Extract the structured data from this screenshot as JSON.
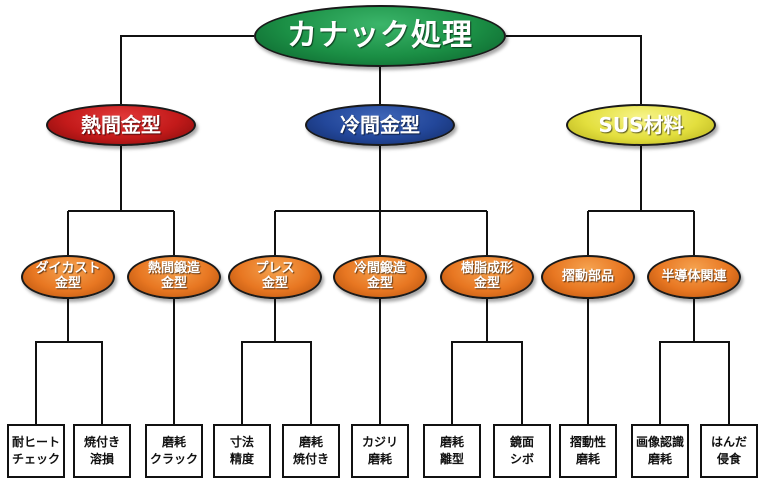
{
  "root": {
    "label": "カナック処理"
  },
  "categories": [
    {
      "label": "熱間金型",
      "color": "#c31a1a"
    },
    {
      "label": "冷間金型",
      "color": "#23479a"
    },
    {
      "label": "SUS材料",
      "color": "#e3df3e"
    }
  ],
  "subcategories": [
    {
      "line1": "ダイカスト",
      "line2": "金型"
    },
    {
      "line1": "熱間鍛造",
      "line2": "金型"
    },
    {
      "line1": "プレス",
      "line2": "金型"
    },
    {
      "line1": "冷間鍛造",
      "line2": "金型"
    },
    {
      "line1": "樹脂成形",
      "line2": "金型"
    },
    {
      "line1": "摺動部品",
      "line2": ""
    },
    {
      "line1": "半導体関連",
      "line2": ""
    }
  ],
  "leaves": [
    {
      "line1": "耐ヒート",
      "line2": "チェック"
    },
    {
      "line1": "焼付き",
      "line2": "溶損"
    },
    {
      "line1": "磨耗",
      "line2": "クラック"
    },
    {
      "line1": "寸法",
      "line2": "精度"
    },
    {
      "line1": "磨耗",
      "line2": "焼付き"
    },
    {
      "line1": "カジリ",
      "line2": "磨耗"
    },
    {
      "line1": "磨耗",
      "line2": "離型"
    },
    {
      "line1": "鏡面",
      "line2": "シボ"
    },
    {
      "line1": "摺動性",
      "line2": "磨耗"
    },
    {
      "line1": "画像認識",
      "line2": "磨耗"
    },
    {
      "line1": "はんだ",
      "line2": "侵食"
    }
  ],
  "colors": {
    "root": "#1b8f45",
    "subcategory": "#e87722",
    "connector": "#111111"
  }
}
